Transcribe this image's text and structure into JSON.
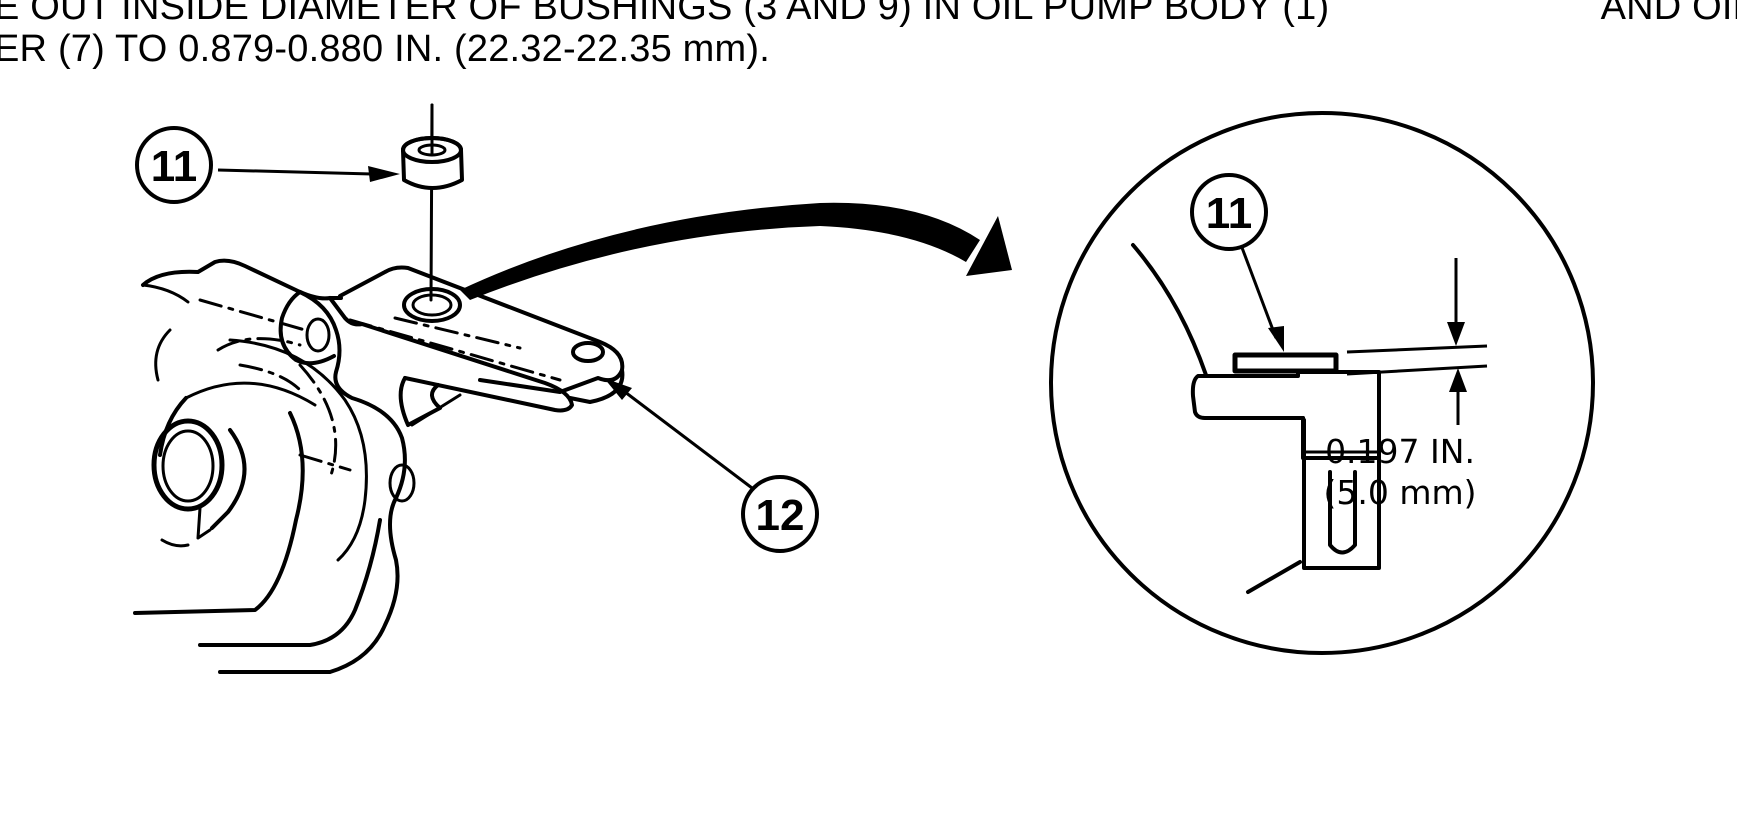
{
  "instruction": {
    "line1_segments": [
      "E OUT INSIDE DIAMETER OF BUSHINGS (3 AND 9) IN OIL PUMP BODY (1)",
      "AND OIL"
    ],
    "line2": "ER (7) TO 0.879-0.880 IN. (22.32-22.35 mm)."
  },
  "figure": {
    "callouts": {
      "bushing_main": "11",
      "pump_body": "12",
      "bushing_detail": "11"
    },
    "dimension": {
      "value_in": "0.197 IN.",
      "value_mm": "(5.0 mm)"
    }
  }
}
